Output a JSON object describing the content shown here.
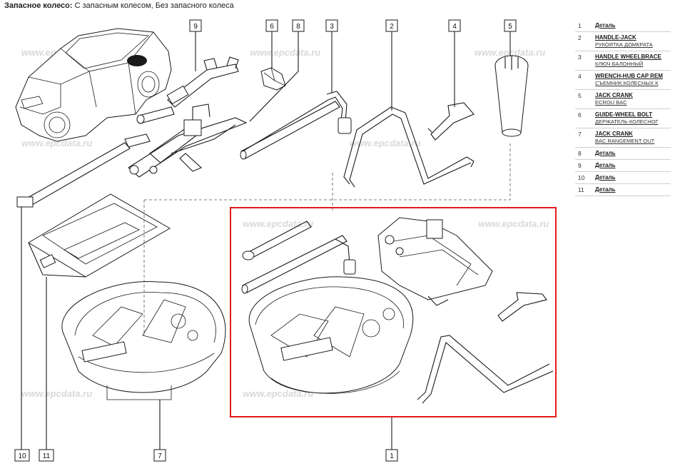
{
  "header": {
    "title": "Запасное колесо:",
    "subtitle": "С запасным колесом, Без запасного колеса"
  },
  "watermark": "www.epcdata.ru",
  "callouts": [
    "9",
    "6",
    "8",
    "3",
    "2",
    "4",
    "5",
    "10",
    "11",
    "7",
    "1"
  ],
  "parts": [
    {
      "num": "1",
      "name": "Деталь",
      "desc": ""
    },
    {
      "num": "2",
      "name": "HANDLE-JACK",
      "desc": "РУКОЯТКА ДОМКРАТА"
    },
    {
      "num": "3",
      "name": "HANDLE WHEELBRACE",
      "desc": "КЛЮЧ БАЛОННЫЙ"
    },
    {
      "num": "4",
      "name": "WRENCH-HUB CAP REM",
      "desc": "СЪЕМНИК КОЛЕСНЫХ К"
    },
    {
      "num": "5",
      "name": "JACK CRANK",
      "desc": "ECROU BAC"
    },
    {
      "num": "6",
      "name": "GUIDE-WHEEL BOLT",
      "desc": "ДЕРЖАТЕЛЬ КОЛЕСНОГ"
    },
    {
      "num": "7",
      "name": "JACK CRANK",
      "desc": "BAC RANGEMENT OUT"
    },
    {
      "num": "8",
      "name": "Деталь",
      "desc": ""
    },
    {
      "num": "9",
      "name": "Деталь",
      "desc": ""
    },
    {
      "num": "10",
      "name": "Деталь",
      "desc": ""
    },
    {
      "num": "11",
      "name": "Деталь",
      "desc": ""
    }
  ],
  "colors": {
    "highlight": "#e01b1b",
    "line": "#1a1a1a",
    "watermark": "#d9d9d9"
  }
}
